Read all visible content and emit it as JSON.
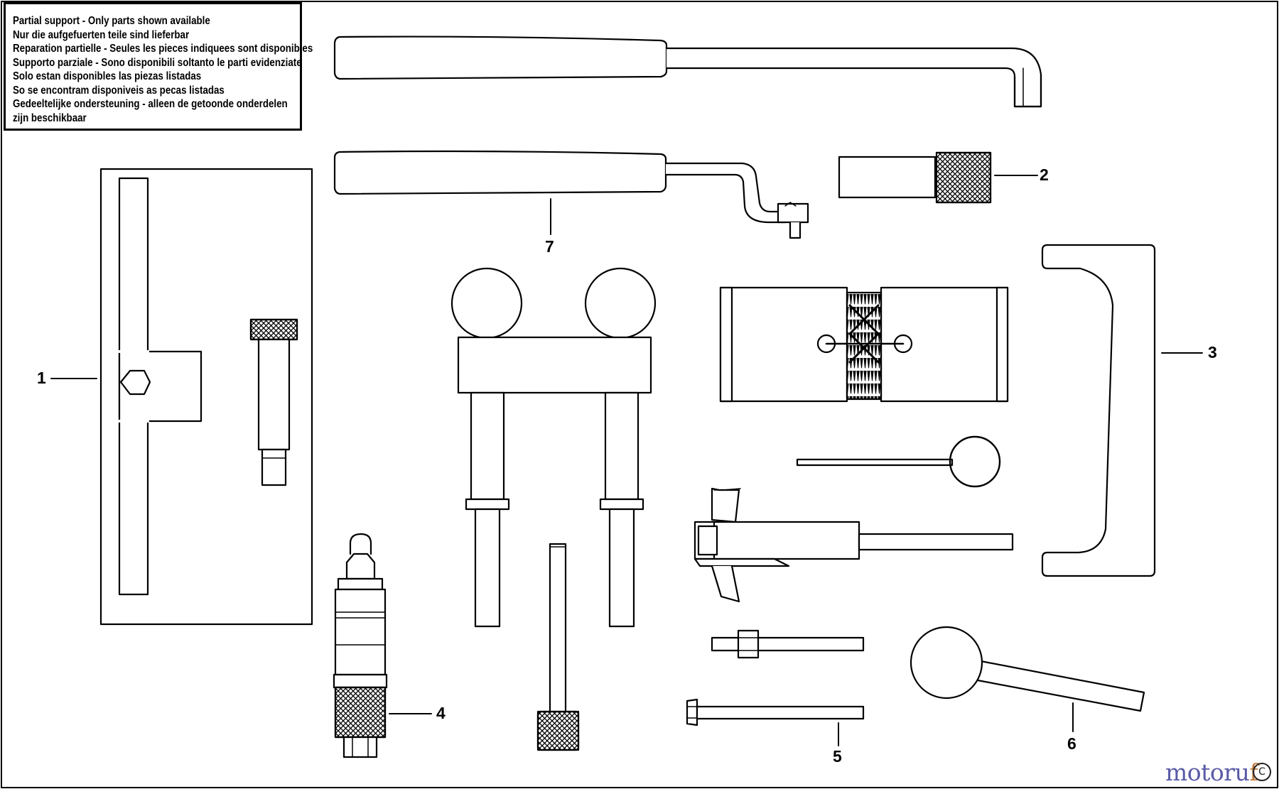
{
  "notice": {
    "lines": [
      "Partial support - Only parts shown available",
      "Nur die aufgefuerten teile sind lieferbar",
      "Reparation partielle - Seules les pieces indiquees sont disponibles",
      "Supporto parziale - Sono disponibili soltanto le parti evidenziate",
      "Solo estan disponibles las piezas listadas",
      "So se encontram disponiveis as pecas listadas",
      "Gedeeltelijke ondersteuning - alleen de getoonde onderdelen",
      "zijn beschikbaar"
    ]
  },
  "callouts": {
    "c1": "1",
    "c2": "2",
    "c3": "3",
    "c4": "4",
    "c5": "5",
    "c6": "6",
    "c7": "7"
  },
  "watermark": {
    "part_a": "motoru",
    "part_b": "f",
    "reg": "C"
  },
  "colors": {
    "ink": "#000000",
    "paper": "#ffffff",
    "watermark_blue": "#5a5aa8",
    "watermark_orange": "#c07a3a"
  }
}
